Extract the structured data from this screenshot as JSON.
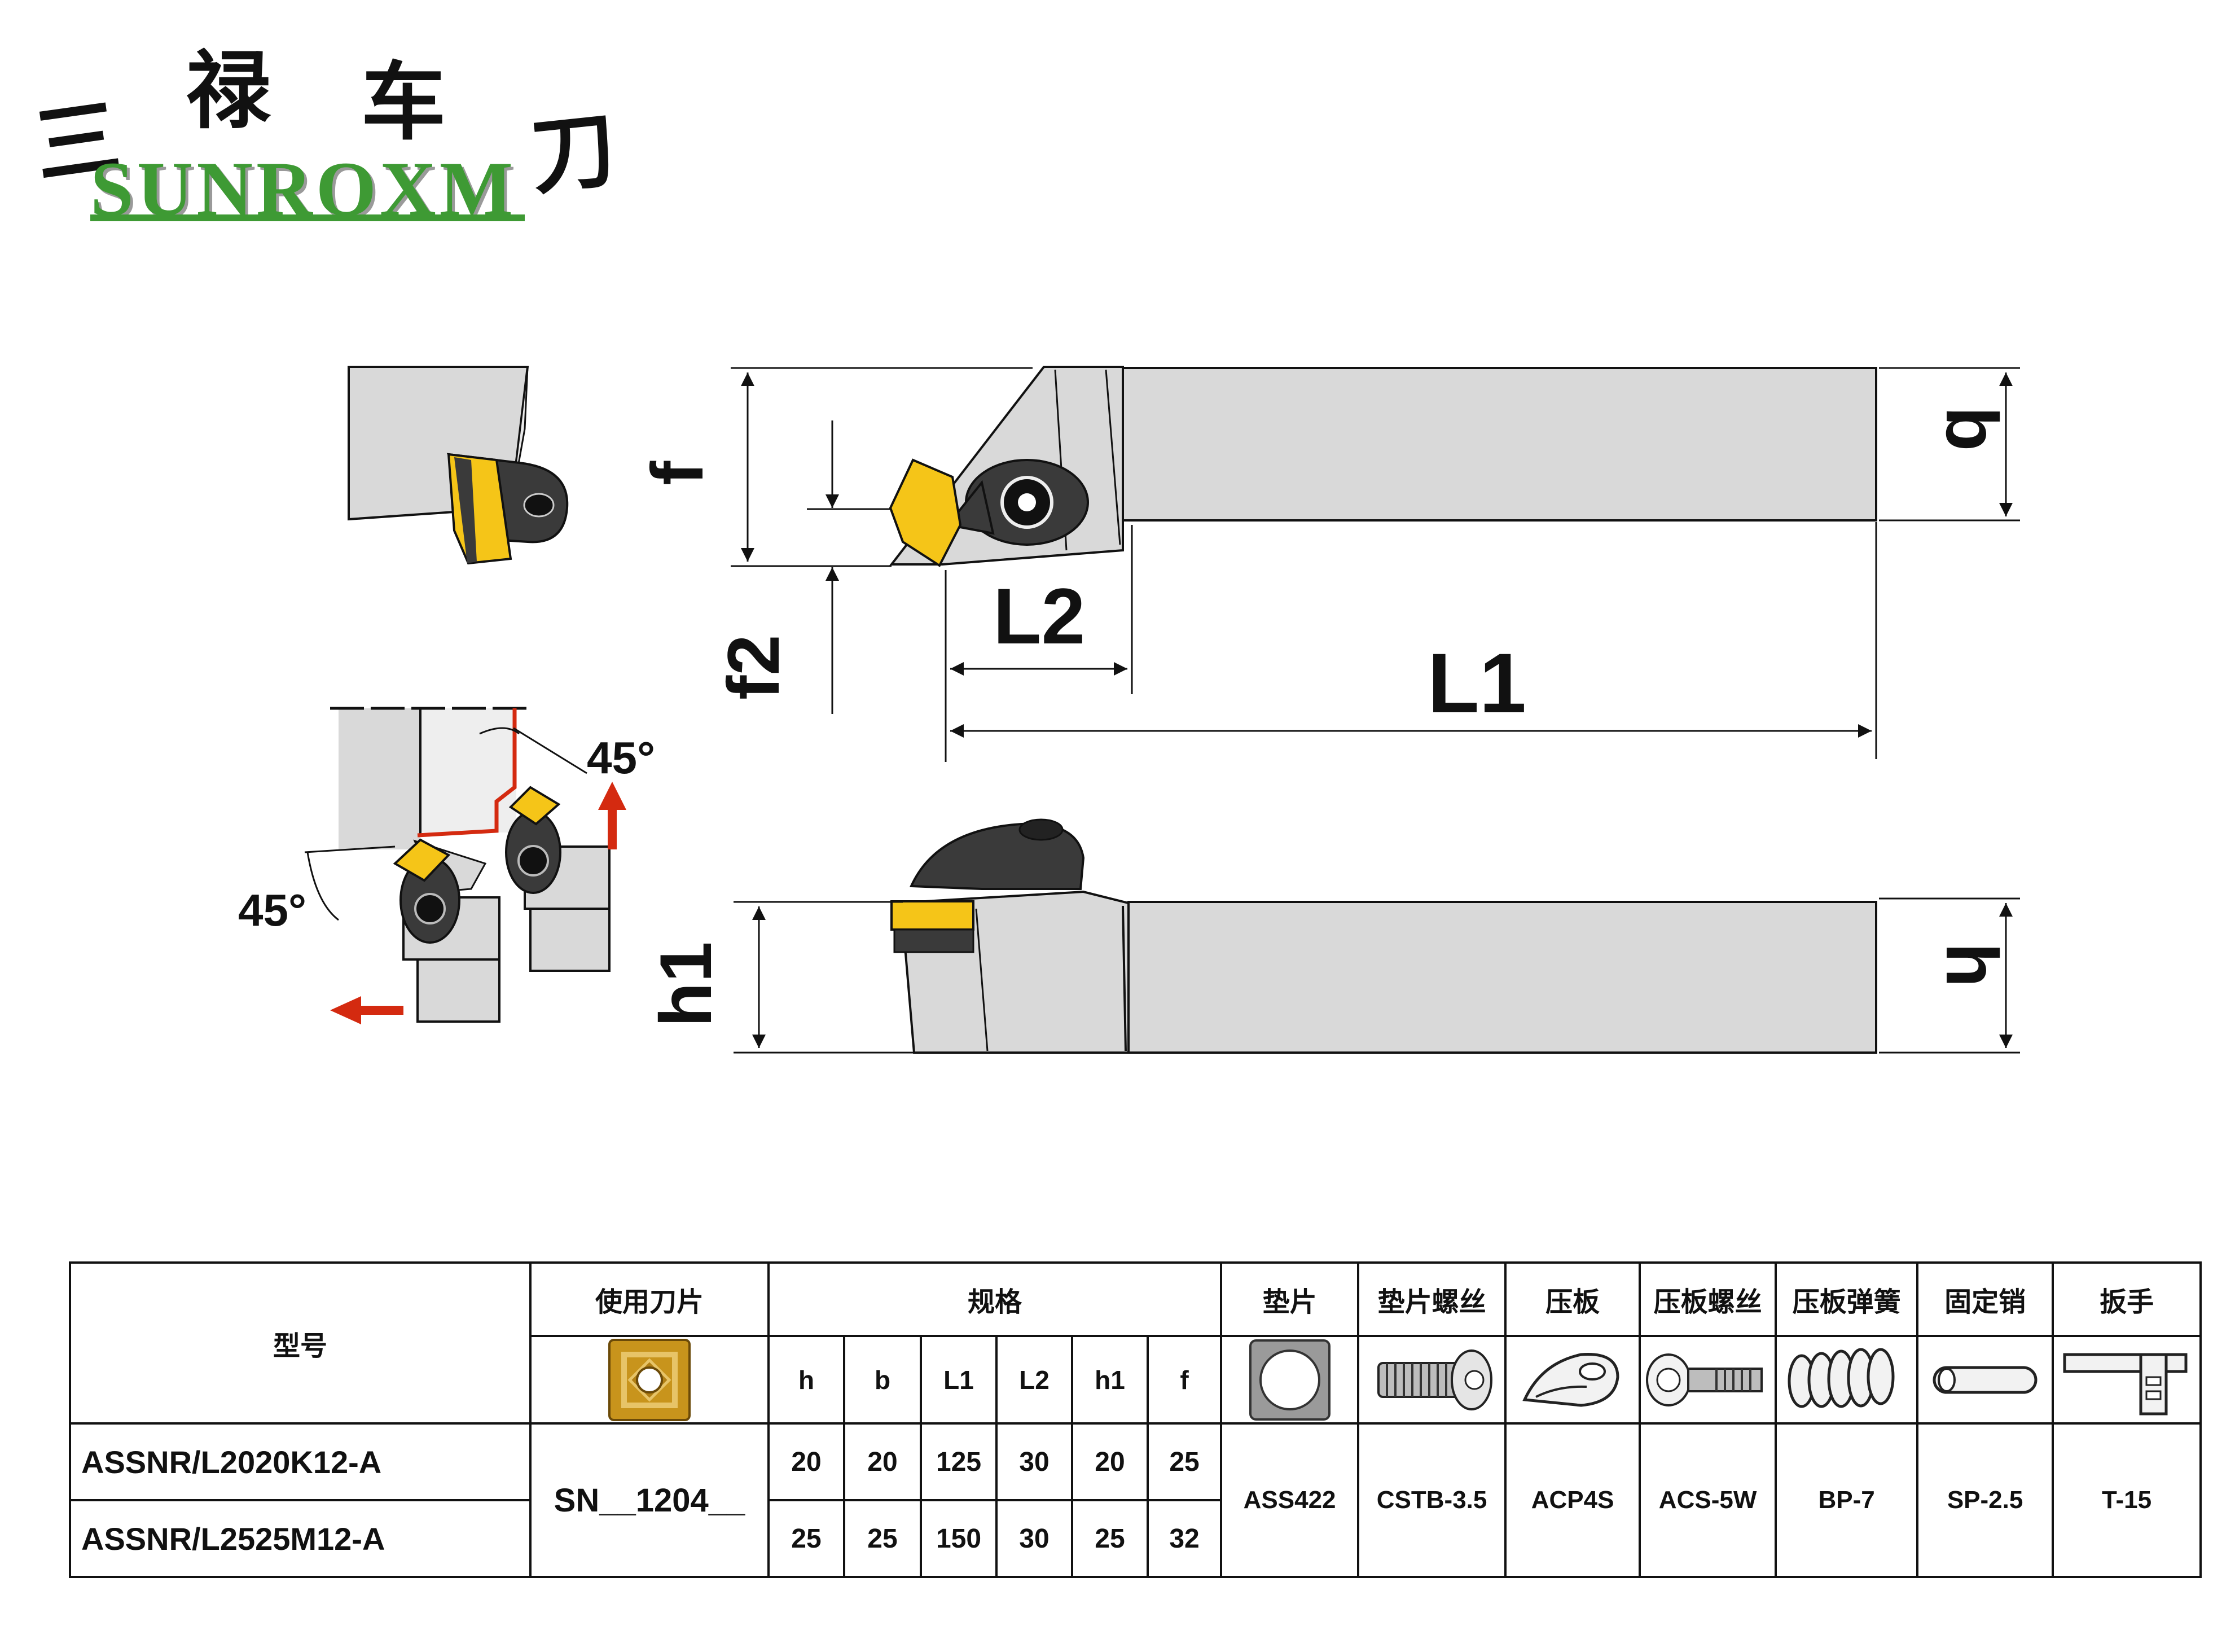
{
  "logo": {
    "chinese_chars": [
      "三",
      "禄",
      "车",
      "刀"
    ],
    "english": "SUNROXM",
    "brand_color": "#3e9a34"
  },
  "drawing": {
    "labels": {
      "f": "f",
      "f2": "f2",
      "b": "b",
      "h": "h",
      "h1": "h1",
      "L1": "L1",
      "L2": "L2",
      "angle_top": "45°",
      "angle_left": "45°"
    },
    "colors": {
      "insert": "#f5c518",
      "body": "#d9d9d9",
      "clamp": "#3a3a3a",
      "arrow": "#d42a10"
    },
    "icons": [
      "insert-icon",
      "shim-icon",
      "shim-screw-icon",
      "clamp-icon",
      "clamp-screw-icon",
      "clamp-spring-icon",
      "fixing-pin-icon",
      "wrench-icon"
    ]
  },
  "table": {
    "headers": {
      "model": "型号",
      "insert": "使用刀片",
      "spec": "规格",
      "shim": "垫片",
      "shim_screw": "垫片螺丝",
      "clamp": "压板",
      "clamp_screw": "压板螺丝",
      "clamp_spring": "压板弹簧",
      "fixing_pin": "固定销",
      "wrench": "扳手"
    },
    "spec_columns": [
      "h",
      "b",
      "L1",
      "L2",
      "h1",
      "f"
    ],
    "rows": [
      {
        "model": "ASSNR/L2020K12-A",
        "values": [
          "20",
          "20",
          "125",
          "30",
          "20",
          "25"
        ]
      },
      {
        "model": "ASSNR/L2525M12-A",
        "values": [
          "25",
          "25",
          "150",
          "30",
          "25",
          "32"
        ]
      }
    ],
    "insert": "SN__1204__",
    "parts": {
      "shim": "ASS422",
      "shim_screw": "CSTB-3.5",
      "clamp": "ACP4S",
      "clamp_screw": "ACS-5W",
      "clamp_spring": "BP-7",
      "fixing_pin": "SP-2.5",
      "wrench": "T-15"
    }
  }
}
